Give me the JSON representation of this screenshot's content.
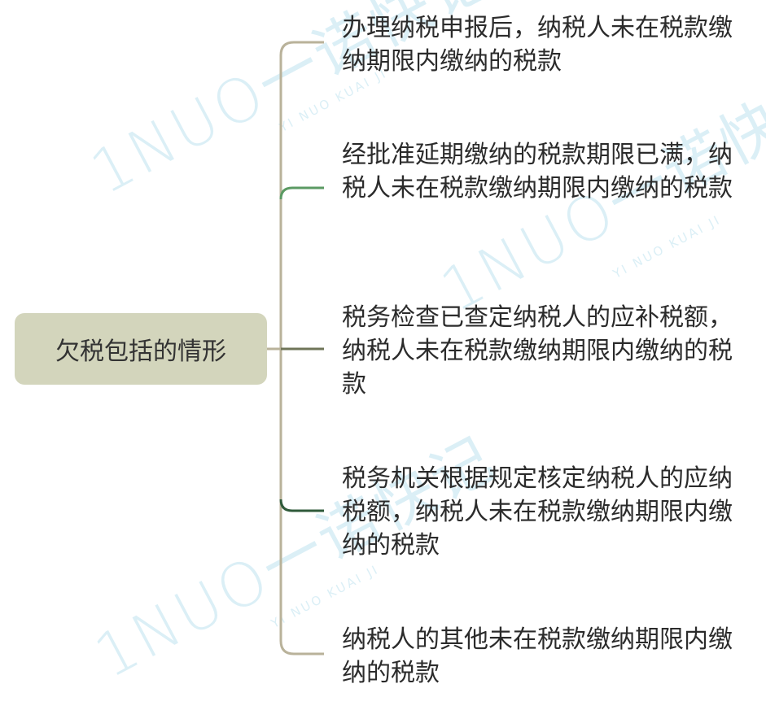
{
  "root": {
    "label": "欠税包括的情形"
  },
  "branches": [
    {
      "text": "办理纳税申报后，纳税人未在税款缴纳期限内缴纳的税款",
      "color": "#b9b29a"
    },
    {
      "text": "经批准延期缴纳的税款期限已满，纳税人未在税款缴纳期限内缴纳的税款",
      "color": "#5b9a63"
    },
    {
      "text": "税务检查已查定纳税人的应补税额，纳税人未在税款缴纳期限内缴纳的税款",
      "color": "#6f7558"
    },
    {
      "text": "税务机关根据规定核定纳税人的应纳税额，纳税人未在税款缴纳期限内缴纳的税款",
      "color": "#2f5a3a"
    },
    {
      "text": "纳税人的其他未在税款缴纳期限内缴纳的税款",
      "color": "#b9b29a"
    }
  ],
  "watermark": {
    "main": "1NUO一诺快记",
    "sub": "YI NUO KUAI JI"
  }
}
